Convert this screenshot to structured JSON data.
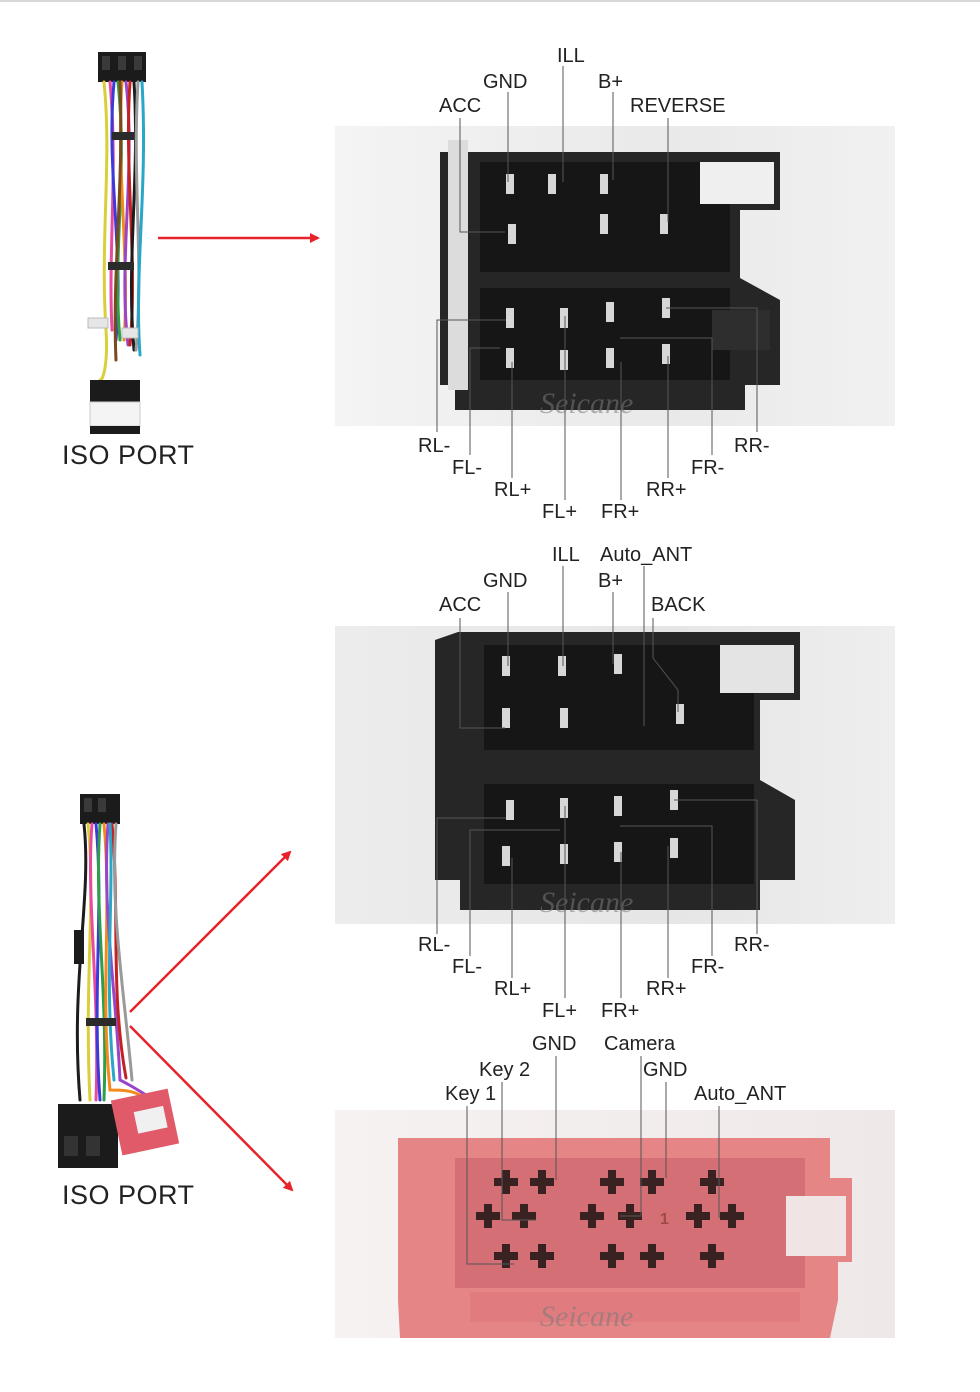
{
  "panels": [
    {
      "port_label": "ISO PORT",
      "top_labels": [
        "ACC",
        "GND",
        "ILL",
        "B+",
        "REVERSE"
      ],
      "bottom_labels": [
        "RL-",
        "FL-",
        "RL+",
        "FL+",
        "FR+",
        "RR+",
        "FR-",
        "RR-"
      ],
      "watermark": "Seicane"
    },
    {
      "top_labels": [
        "ACC",
        "GND",
        "ILL",
        "Auto_ANT",
        "B+",
        "BACK"
      ],
      "bottom_labels": [
        "RL-",
        "FL-",
        "RL+",
        "FL+",
        "FR+",
        "RR+",
        "FR-",
        "RR-"
      ],
      "watermark": "Seicane"
    },
    {
      "port_label": "ISO PORT",
      "top_labels": [
        "Key 1",
        "Key 2",
        "GND",
        "Camera",
        "GND",
        "Auto_ANT"
      ],
      "connector_mark": "1",
      "watermark": "Seicane"
    }
  ],
  "colors": {
    "arrow": "#e8222a",
    "black_connector": "#1b1b1b",
    "red_connector": "#e58585",
    "leader_line": "#555555"
  }
}
